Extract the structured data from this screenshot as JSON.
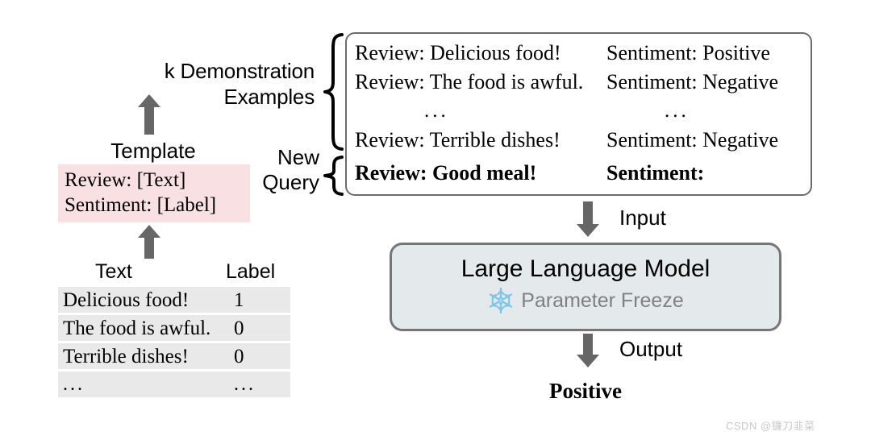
{
  "labels": {
    "k_demonstration_examples": "k Demonstration\nExamples",
    "k_demo_line1": "k Demonstration",
    "k_demo_line2": "Examples",
    "template": "Template",
    "new_query_line1": "New",
    "new_query_line2": "Query",
    "input": "Input",
    "output": "Output"
  },
  "template_box": {
    "line1": "Review: [Text]",
    "line2": "Sentiment: [Label]",
    "background_color": "#f8e0e3"
  },
  "table": {
    "headers": [
      "Text",
      "Label"
    ],
    "rows": [
      {
        "text": "Delicious food!",
        "label": "1"
      },
      {
        "text": "The food is awful.",
        "label": "0"
      },
      {
        "text": "Terrible dishes!",
        "label": "0"
      },
      {
        "text": "...",
        "label": "..."
      }
    ],
    "row_background_color": "#e9e9e9"
  },
  "prompt_box": {
    "rows": [
      {
        "review": "Review: Delicious food!",
        "sentiment": "Sentiment: Positive",
        "bold": false,
        "dots": false
      },
      {
        "review": "Review: The food is awful.",
        "sentiment": "Sentiment: Negative",
        "bold": false,
        "dots": false
      },
      {
        "review": "...",
        "sentiment": "...",
        "bold": false,
        "dots": true
      },
      {
        "review": "Review: Terrible dishes!",
        "sentiment": "Sentiment: Negative",
        "bold": false,
        "dots": false
      },
      {
        "review": "Review: Good meal!",
        "sentiment": "Sentiment:",
        "bold": true,
        "dots": false
      }
    ],
    "border_color": "#6b6b6b"
  },
  "llm": {
    "title": "Large Language Model",
    "freeze_label": "Parameter Freeze",
    "freeze_icon": "snowflake-icon",
    "background_color": "#e4eaec",
    "border_color": "#767676",
    "snowflake_color": "#7ec5e8",
    "freeze_text_color": "#808080"
  },
  "final_output": "Positive",
  "arrow_color": "#666666",
  "watermark": "CSDN @镰刀韭菜"
}
